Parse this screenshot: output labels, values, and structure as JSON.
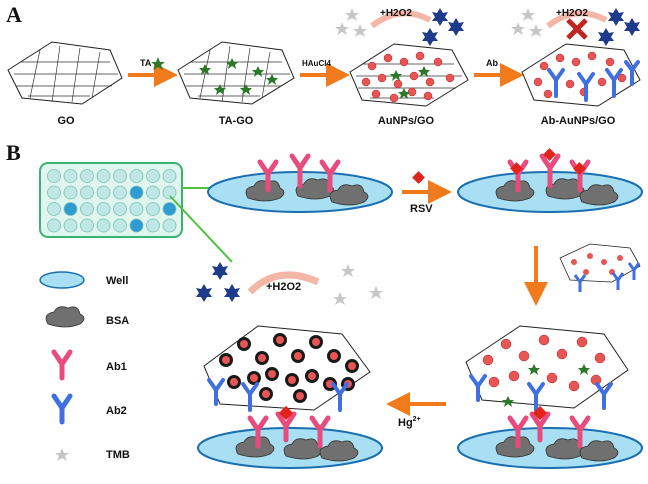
{
  "panel_a": {
    "letter": "A",
    "materials": [
      "GO",
      "TA-GO",
      "AuNPs/GO",
      "Ab-AuNPs/GO"
    ],
    "arrows": [
      "TA",
      "HAuCl4",
      "Ab"
    ],
    "h2o2": "+H2O2"
  },
  "panel_b": {
    "letter": "B",
    "rsv": "RSV",
    "hg": "Hg2+",
    "h2o2": "+H2O2"
  },
  "legend": [
    "Well",
    "BSA",
    "Ab1",
    "Ab2",
    "TMB"
  ],
  "colors": {
    "arrow": "#f07a1c",
    "well_fill": "#a8dff3",
    "well_stroke": "#1b6fb0",
    "ab1": "#e94b7c",
    "ab2": "#3f6fe0",
    "bsa": "#707070",
    "au": "#e85555",
    "star": "#2a7a2a",
    "rsv": "#e2231a",
    "tmb_blue": "#1e3a8a",
    "tmb_gray": "#c7c7c7"
  }
}
